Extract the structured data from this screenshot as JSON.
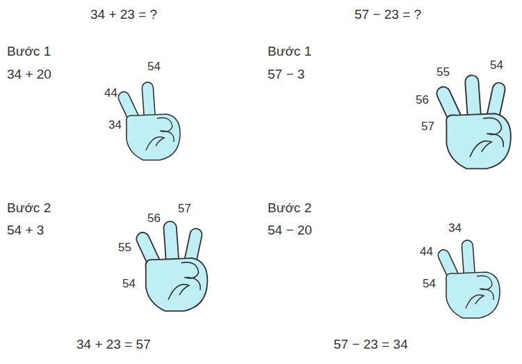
{
  "diagram": {
    "labels": [
      "34 + 23 = ?",
      "57 − 23 = ?",
      "Bước 1",
      "34 + 20",
      "54",
      "44",
      "34",
      "Bước 1",
      "57 − 3",
      "54",
      "55",
      "56",
      "57",
      "Bước 2",
      "54 + 3",
      "57",
      "56",
      "55",
      "54",
      "Bước 2",
      "54 − 20",
      "34",
      "44",
      "54",
      "34 + 23 = 57",
      "57 − 23 = 34"
    ]
  }
}
